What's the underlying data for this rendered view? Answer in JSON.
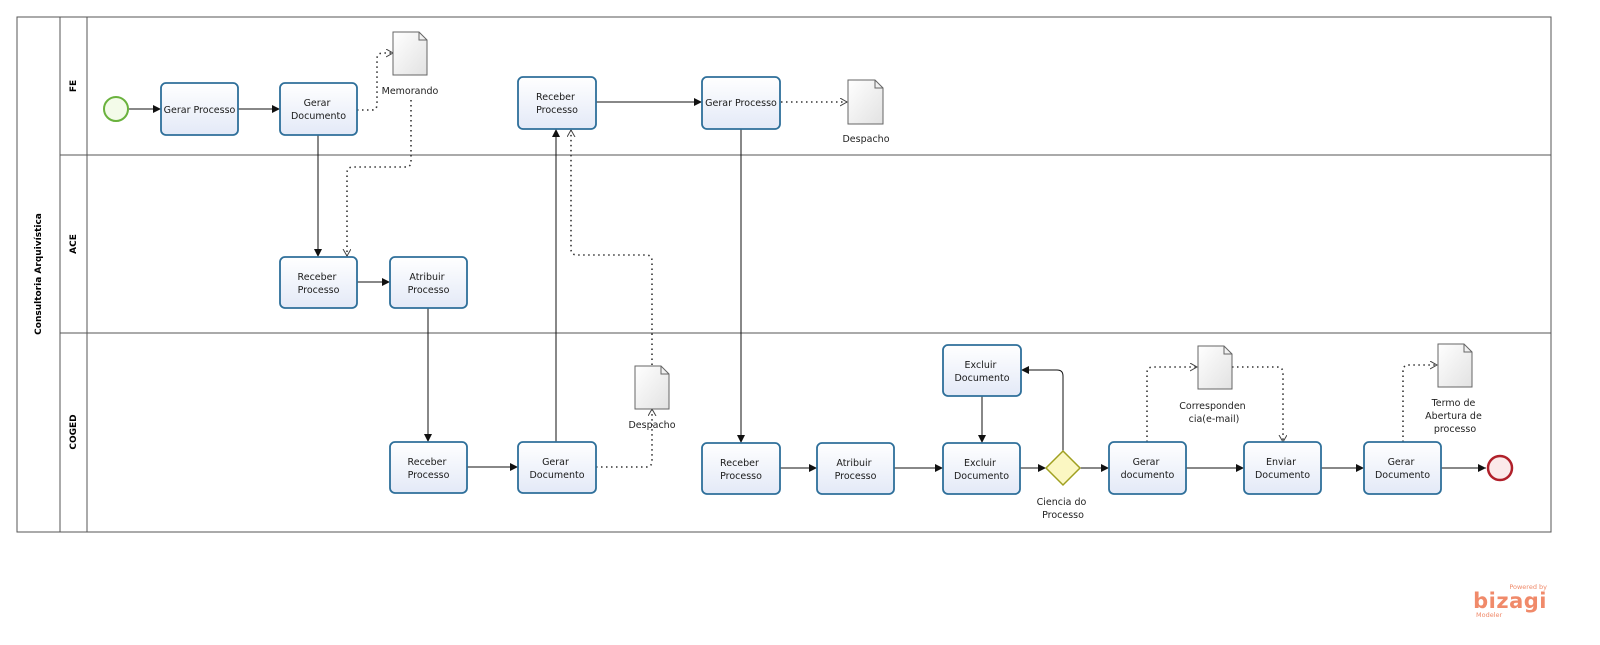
{
  "diagram": {
    "pool_title": "Consultoria Arquivística",
    "lanes": [
      {
        "id": "fe",
        "title": "FE"
      },
      {
        "id": "ace",
        "title": "ACE"
      },
      {
        "id": "coged",
        "title": "COGED"
      }
    ],
    "tasks": [
      {
        "id": "fe-gerar-processo",
        "lines": [
          "Gerar Processo"
        ]
      },
      {
        "id": "fe-gerar-documento",
        "lines": [
          "Gerar",
          "Documento"
        ]
      },
      {
        "id": "fe-receber-processo",
        "lines": [
          "Receber",
          "Processo"
        ]
      },
      {
        "id": "fe-gerar-processo-2",
        "lines": [
          "Gerar Processo"
        ]
      },
      {
        "id": "ace-receber-processo",
        "lines": [
          "Receber",
          "Processo"
        ]
      },
      {
        "id": "ace-atribuir-processo",
        "lines": [
          "Atribuir",
          "Processo"
        ]
      },
      {
        "id": "coged-receber-processo",
        "lines": [
          "Receber",
          "Processo"
        ]
      },
      {
        "id": "coged-gerar-documento",
        "lines": [
          "Gerar",
          "Documento"
        ]
      },
      {
        "id": "coged-receber-processo-2",
        "lines": [
          "Receber",
          "Processo"
        ]
      },
      {
        "id": "coged-atribuir-processo",
        "lines": [
          "Atribuir",
          "Processo"
        ]
      },
      {
        "id": "coged-excluir-documento",
        "lines": [
          "Excluir",
          "Documento"
        ]
      },
      {
        "id": "coged-excluir-documento-top",
        "lines": [
          "Excluir",
          "Documento"
        ]
      },
      {
        "id": "coged-gerar-documento-2",
        "lines": [
          "Gerar",
          "documento"
        ]
      },
      {
        "id": "coged-enviar-documento",
        "lines": [
          "Enviar",
          "Documento"
        ]
      },
      {
        "id": "coged-gerar-documento-3",
        "lines": [
          "Gerar",
          "Documento"
        ]
      }
    ],
    "artifacts": [
      {
        "id": "memorando",
        "lines": [
          "Memorando"
        ]
      },
      {
        "id": "despacho-fe",
        "lines": [
          "Despacho"
        ]
      },
      {
        "id": "despacho-coged",
        "lines": [
          "Despacho"
        ]
      },
      {
        "id": "correspondencia",
        "lines": [
          "Corresponden",
          "cia(e-mail)"
        ]
      },
      {
        "id": "termo-abertura",
        "lines": [
          "Termo de",
          "Abertura de",
          "processo"
        ]
      }
    ],
    "gateway": {
      "id": "ciencia-do-processo",
      "lines": [
        "Ciencia do",
        "Processo"
      ]
    },
    "colors": {
      "task_stroke": "#2e6f9a",
      "task_fill": "#eef2fb",
      "start_stroke": "#6ab23d",
      "end_stroke": "#b0202a",
      "gateway_stroke": "#a0a020",
      "gateway_fill": "#fbf7c2",
      "brand": "#f08a6a"
    }
  },
  "branding": {
    "powered": "Powered by",
    "name": "bizagi",
    "product": "Modeler"
  }
}
